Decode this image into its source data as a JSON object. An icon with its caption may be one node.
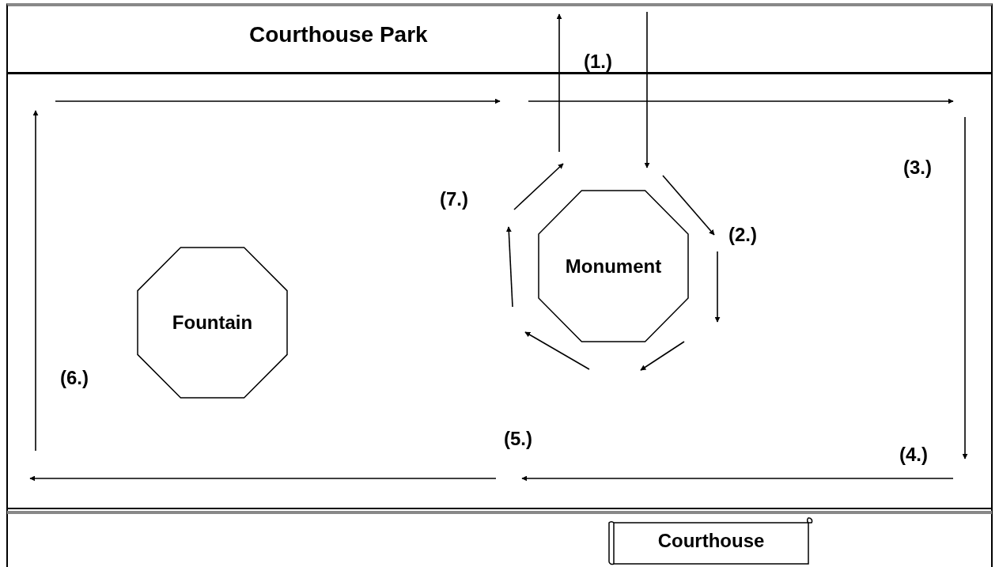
{
  "diagram": {
    "nodes": [
      {
        "text": [
          "Courthouse Park"
        ]
      },
      {
        "text": [
          "Monument"
        ]
      },
      {
        "text": [
          "Fountain"
        ]
      },
      {
        "text": [
          "Courthouse"
        ]
      }
    ],
    "labels": [
      "(1.)",
      "(3.)",
      "(7.)",
      "(2.)",
      "(6.)",
      "(5.)",
      "(4.)"
    ]
  }
}
